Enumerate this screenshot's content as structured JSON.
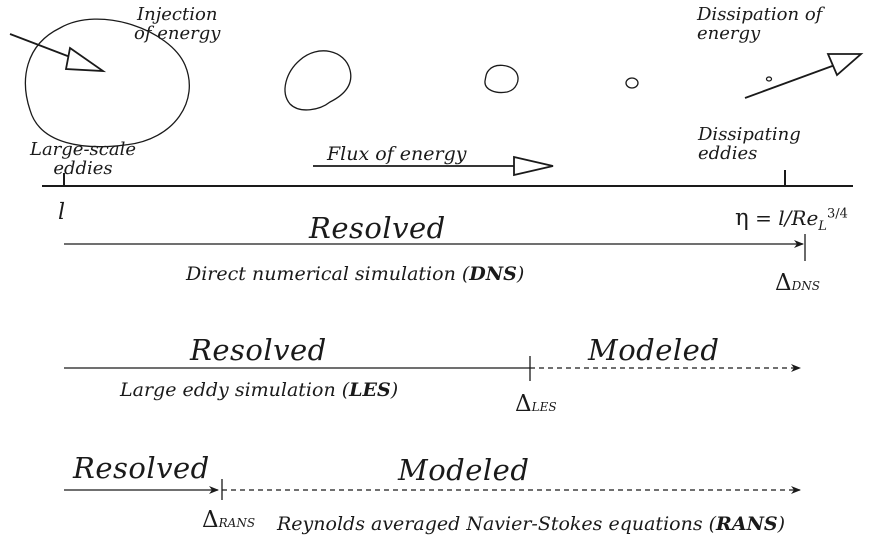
{
  "energy_cascade": {
    "injection_label": "Injection\nof energy",
    "flux_label": "Flux of energy",
    "dissipation_label": "Dissipation of\nenergy",
    "large_scale_label": "Large-scale\neddies",
    "dissipating_label": "Dissipating\neddies",
    "l_label": "l",
    "eta_sym": "η",
    "eta_expr": "= l/Re",
    "eta_sub": "L",
    "eta_sup": "3/4"
  },
  "dns": {
    "resolved_label": "Resolved",
    "caption_prefix": "Direct numerical simulation (",
    "caption_abbr": "DNS",
    "caption_suffix": ")",
    "delta_sym": "Δ",
    "delta_sub": "DNS"
  },
  "les": {
    "resolved_label": "Resolved",
    "modeled_label": "Modeled",
    "caption_prefix": "Large eddy simulation (",
    "caption_abbr": "LES",
    "caption_suffix": ")",
    "delta_sym": "Δ",
    "delta_sub": "LES"
  },
  "rans": {
    "resolved_label": "Resolved",
    "modeled_label": "Modeled",
    "caption_prefix": "Reynolds averaged Navier-Stokes equations (",
    "caption_abbr": "RANS",
    "caption_suffix": ")",
    "delta_sym": "Δ",
    "delta_sub": "RANS"
  },
  "colors": {
    "ink": "#1a1a1a",
    "background": "#ffffff"
  }
}
